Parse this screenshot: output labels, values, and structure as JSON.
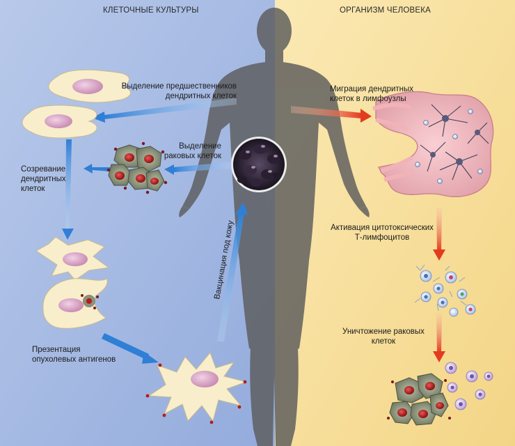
{
  "headers": {
    "left": "КЛЕТОЧНЫЕ КУЛЬТУРЫ",
    "right": "ОРГАНИЗМ ЧЕЛОВЕКА"
  },
  "labels": {
    "dc_precursors": [
      "Выделение предшественников",
      "дендритных клеток"
    ],
    "cancer_isolation": [
      "Выделение",
      "раковых клеток"
    ],
    "maturation": [
      "Созревание",
      "дендритных",
      "клеток"
    ],
    "presentation": [
      "Презентация",
      "опухолевых антигенов"
    ],
    "vaccination": "Вакцинация под кожу",
    "migration": [
      "Миграция дендритных",
      "клеток в лимфоузлы"
    ],
    "activation": [
      "Активация цитотоксических",
      "Т-лимфоцитов"
    ],
    "destruction": [
      "Уничтожение раковых",
      "клеток"
    ]
  },
  "colors": {
    "left_bg": "#a9bde3",
    "right_bg": "#f6df9d",
    "arrow_blue": "#2f7fd6",
    "arrow_red": "#e23b1e",
    "silhouette": "#5a5a5a",
    "dendritic_cell": "#fbf1d2",
    "nucleus": "#d9a7c7"
  }
}
